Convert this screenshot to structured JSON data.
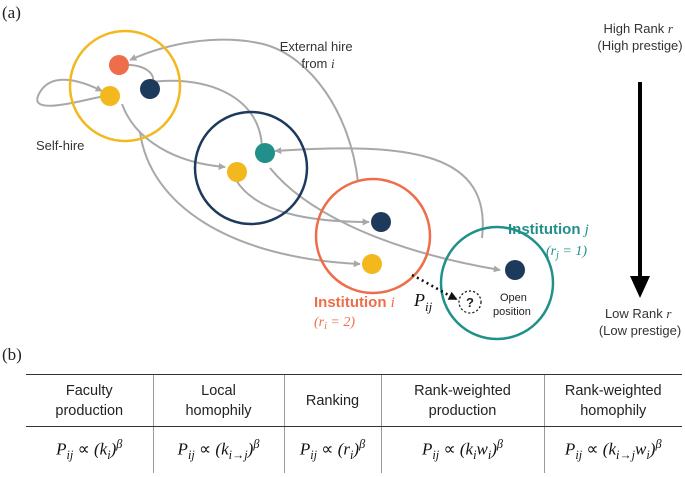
{
  "panel_a": {
    "label": "(a)",
    "external_hire_line1": "External hire",
    "external_hire_line2": "from i",
    "self_hire": "Self-hire",
    "high_rank_line1": "High Rank r",
    "high_rank_line2": "(High prestige)",
    "low_rank_line1": "Low Rank r",
    "low_rank_line2": "(Low prestige)",
    "institution_j_label": "Institution j",
    "institution_j_rank": "(r_j = 1)",
    "institution_i_label": "Institution i",
    "institution_i_rank": "(r_i = 2)",
    "p_ij": "P_ij",
    "open_position_mark": "?",
    "open_position_line1": "Open",
    "open_position_line2": "position",
    "colors": {
      "yellow": "#f2b81e",
      "navy": "#1d3a5c",
      "orange": "#ee6d4a",
      "teal": "#21908a",
      "edge": "#a8a8a8"
    }
  },
  "panel_b": {
    "label": "(b)",
    "columns": [
      {
        "header_line1": "Faculty",
        "header_line2": "production",
        "formula": "P_ij ∝ (k_i)^β"
      },
      {
        "header_line1": "Local",
        "header_line2": "homophily",
        "formula": "P_ij ∝ (k_i→j)^β"
      },
      {
        "header_line1": "Ranking",
        "header_line2": "",
        "formula": "P_ij ∝ (r_i)^β"
      },
      {
        "header_line1": "Rank-weighted",
        "header_line2": "production",
        "formula": "P_ij ∝ (k_i w_i)^β"
      },
      {
        "header_line1": "Rank-weighted",
        "header_line2": "homophily",
        "formula": "P_ij ∝ (k_i→j w_i)^β"
      }
    ]
  }
}
